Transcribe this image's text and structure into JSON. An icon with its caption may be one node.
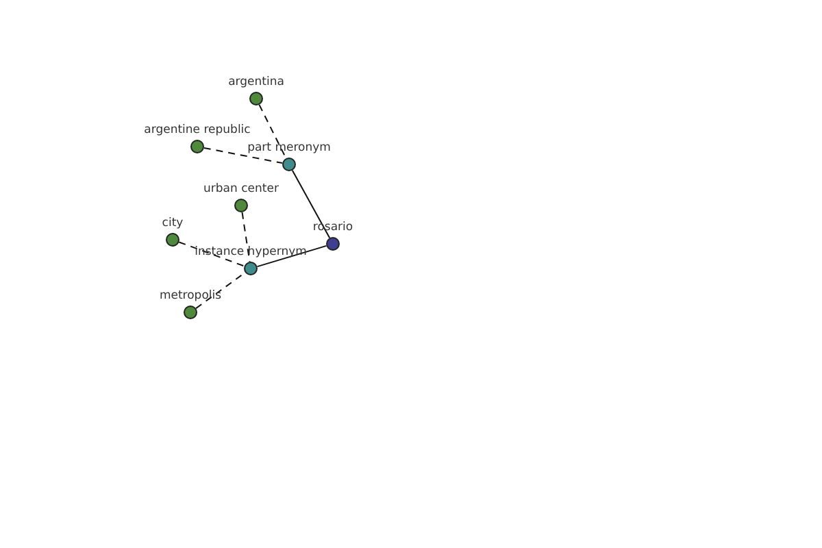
{
  "diagram": {
    "nodes": [
      {
        "text": [
          "argentina"
        ]
      },
      {
        "text": [
          "argentine republic"
        ]
      },
      {
        "text": [
          "part meronym"
        ]
      },
      {
        "text": [
          "urban center"
        ]
      },
      {
        "text": [
          "city"
        ]
      },
      {
        "text": [
          "rosario"
        ]
      },
      {
        "text": [
          "instance hypernym"
        ]
      },
      {
        "text": [
          "metropolis"
        ]
      }
    ],
    "edges": [
      {
        "from": 0,
        "to": 2,
        "arrow": "none",
        "style": "dashed"
      },
      {
        "from": 1,
        "to": 2,
        "arrow": "none",
        "style": "dashed"
      },
      {
        "from": 2,
        "to": 5,
        "arrow": "none"
      },
      {
        "from": 3,
        "to": 6,
        "arrow": "none",
        "style": "dashed"
      },
      {
        "from": 4,
        "to": 6,
        "arrow": "none",
        "style": "dashed"
      },
      {
        "from": 7,
        "to": 6,
        "arrow": "none",
        "style": "dashed"
      },
      {
        "from": 6,
        "to": 5,
        "arrow": "none"
      }
    ]
  }
}
